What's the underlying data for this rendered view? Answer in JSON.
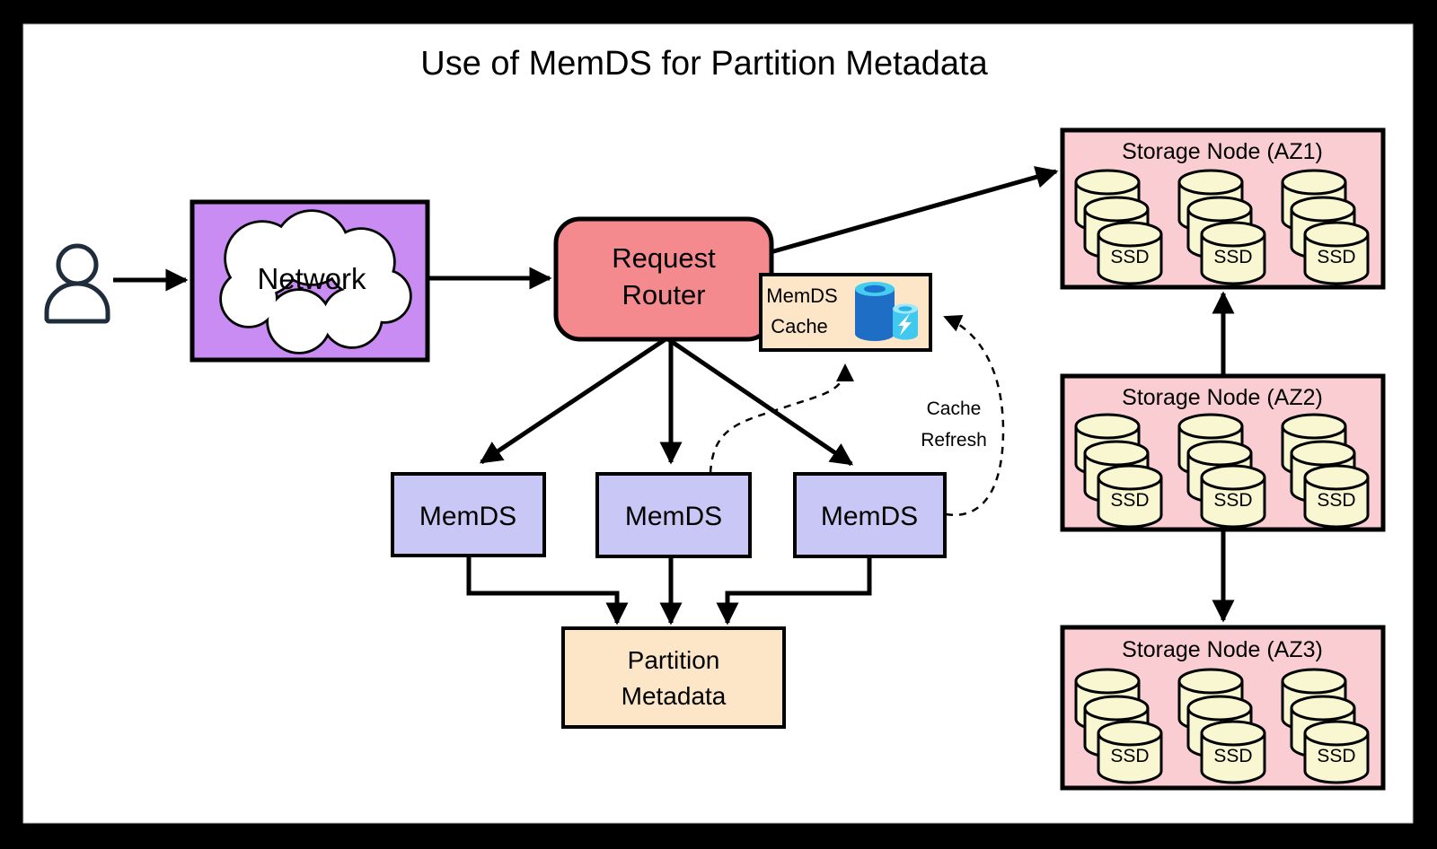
{
  "title": "Use of MemDS for Partition Metadata",
  "colors": {
    "background_frame": "#000000",
    "canvas": "#ffffff",
    "network_fill": "#c88cf2",
    "router_fill": "#f4898e",
    "memds_fill": "#c9c7f5",
    "peach_fill": "#fde5c8",
    "storage_fill": "#facdd2",
    "ssd_fill": "#f9f7d2",
    "line": "#000000",
    "person": "#1e2c3c",
    "cache_icon_blue": "#1e6ec6",
    "cache_icon_cyan": "#41c8ef"
  },
  "nodes": {
    "network": {
      "label": "Network"
    },
    "request_router": {
      "line1": "Request",
      "line2": "Router"
    },
    "memds_cache": {
      "line1": "MemDS",
      "line2": "Cache"
    },
    "memds": [
      {
        "label": "MemDS"
      },
      {
        "label": "MemDS"
      },
      {
        "label": "MemDS"
      }
    ],
    "partition_metadata": {
      "line1": "Partition",
      "line2": "Metadata"
    },
    "storage_nodes": [
      {
        "title": "Storage Node (AZ1)",
        "ssd_label": "SSD"
      },
      {
        "title": "Storage Node (AZ2)",
        "ssd_label": "SSD"
      },
      {
        "title": "Storage Node (AZ3)",
        "ssd_label": "SSD"
      }
    ]
  },
  "annotations": {
    "cache_refresh": {
      "line1": "Cache",
      "line2": "Refresh"
    }
  }
}
